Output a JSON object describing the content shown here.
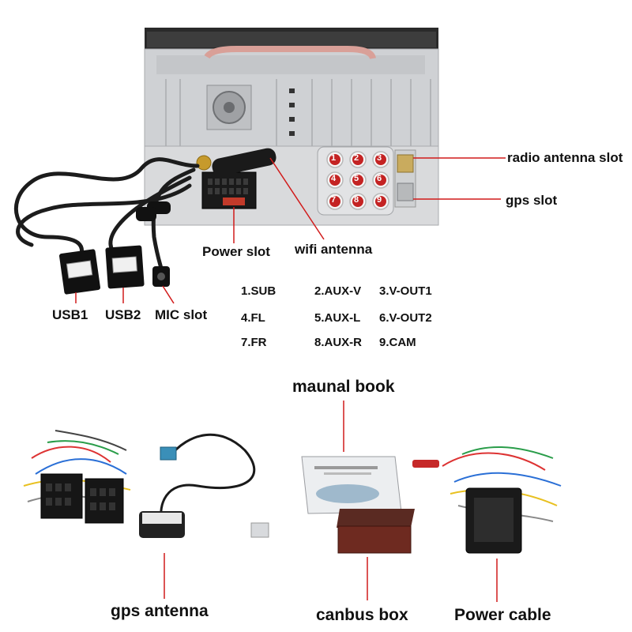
{
  "colors": {
    "leader": "#d11a1a",
    "chassis": "#d4d6d9",
    "dark": "#1c1c1c"
  },
  "labels": {
    "radio_antenna_slot": "radio antenna slot",
    "gps_slot": "gps slot",
    "power_slot": "Power slot",
    "wifi_antenna": "wifi antenna",
    "usb1": "USB1",
    "usb2": "USB2",
    "mic_slot": "MIC slot",
    "manual_book": "maunal book",
    "gps_antenna": "gps antenna",
    "canbus_box": "canbus box",
    "power_cable": "Power cable"
  },
  "rca_pins": [
    "1",
    "2",
    "3",
    "4",
    "5",
    "6",
    "7",
    "8",
    "9"
  ],
  "pin_legend": [
    "1.SUB",
    "2.AUX-V",
    "3.V-OUT1",
    "4.FL",
    "5.AUX-L",
    "6.V-OUT2",
    "7.FR",
    "8.AUX-R",
    "9.CAM"
  ],
  "icons": [
    "usb-connector-icon",
    "mic-jack-icon",
    "gps-puck-icon",
    "fan-icon"
  ]
}
